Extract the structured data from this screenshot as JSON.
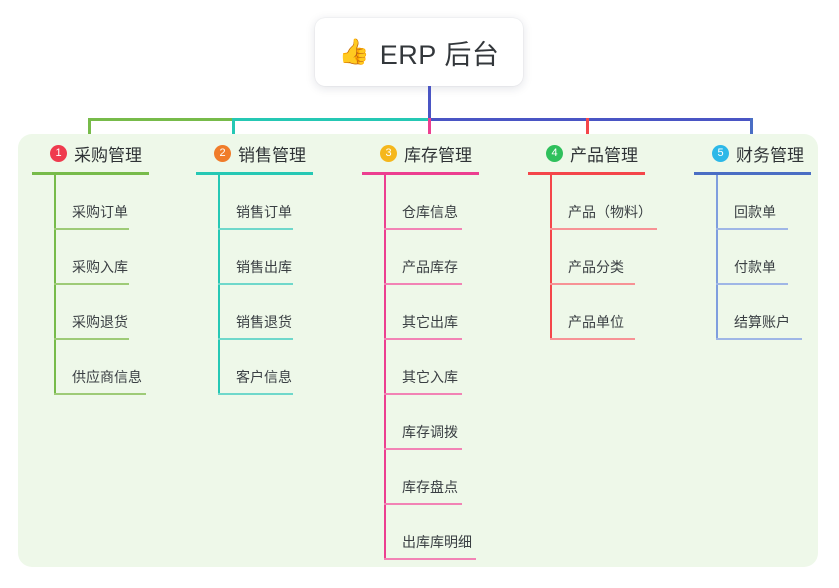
{
  "root": {
    "icon": "thumbs-up-icon",
    "icon_glyph": "👍",
    "title": "ERP 后台",
    "trunk_color": "#4a55c4"
  },
  "panel": {
    "background": "#eef8e9"
  },
  "columns": [
    {
      "number": "1",
      "title": "采购管理",
      "badge_color": "#ef3b4e",
      "line_color": "#77bb4a",
      "leaves": [
        "采购订单",
        "采购入库",
        "采购退货",
        "供应商信息"
      ]
    },
    {
      "number": "2",
      "title": "销售管理",
      "badge_color": "#f07c2a",
      "line_color": "#25c8b4",
      "leaves": [
        "销售订单",
        "销售出库",
        "销售退货",
        "客户信息"
      ]
    },
    {
      "number": "3",
      "title": "库存管理",
      "badge_color": "#f5b game",
      "line_color": "#ec3f90",
      "leaves": [
        "仓库信息",
        "产品库存",
        "其它出库",
        "其它入库",
        "库存调拨",
        "库存盘点",
        "出库库明细"
      ]
    },
    {
      "number": "4",
      "title": "产品管理",
      "badge_color": "#2fc05c",
      "line_color": "#f4464a",
      "leaves": [
        "产品（物料）",
        "产品分类",
        "产品单位"
      ]
    },
    {
      "number": "5",
      "title": "财务管理",
      "badge_color": "#2cb8e8",
      "line_color": "#4a6ec4",
      "leaves": [
        "回款单",
        "付款单",
        "结算账户"
      ]
    }
  ]
}
